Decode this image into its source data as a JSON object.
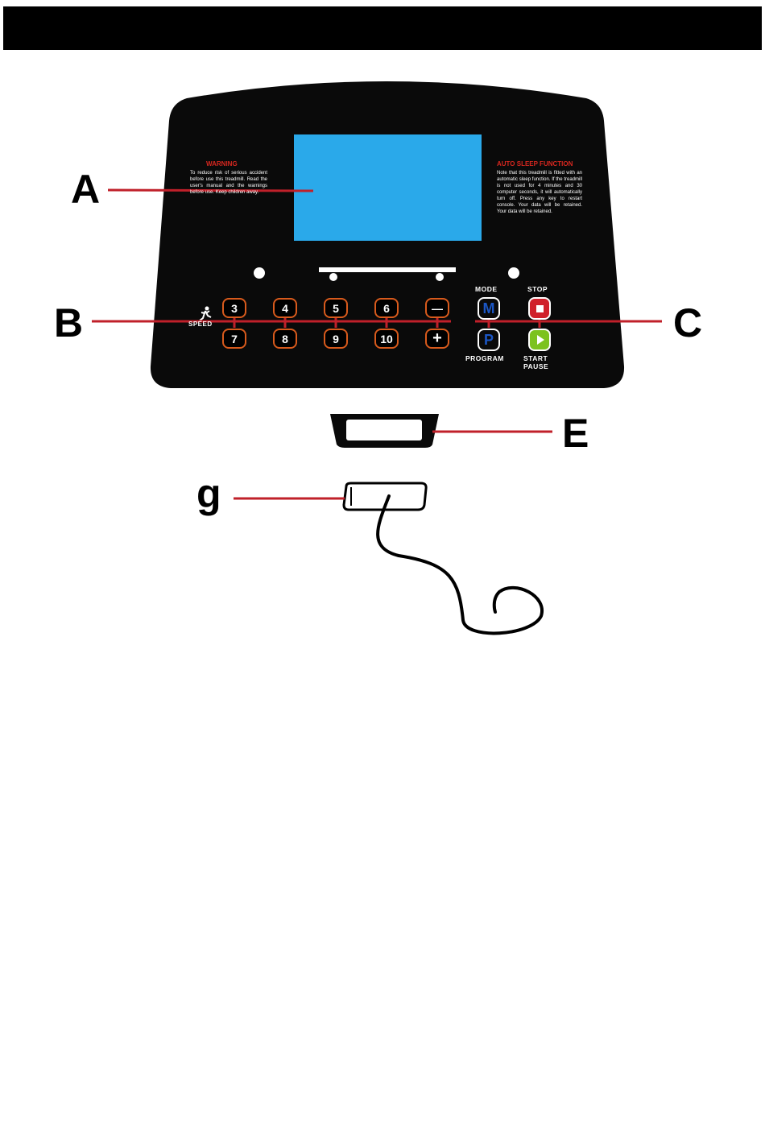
{
  "callouts": {
    "a": "A",
    "b": "B",
    "c": "C",
    "e": "E",
    "g": "g"
  },
  "console": {
    "warning": {
      "title": "WARNING",
      "body": "To reduce risk of serious accident before use this treadmill. Read the user's manual and the warnings before use. Keep children away."
    },
    "auto_sleep": {
      "title": "AUTO SLEEP FUNCTION",
      "body": "Note that this treadmill is fitted with an automatic sleep function. If the treadmill is not used for 4 minutes and 30 computer seconds, it will automatically turn off. Press any key to restart console. Your data will be retained. Your data will be retained."
    },
    "speed_label": "SPEED",
    "speed_keys_top": [
      "3",
      "4",
      "5",
      "6"
    ],
    "speed_keys_bottom": [
      "7",
      "8",
      "9",
      "10"
    ],
    "minus_key": "—",
    "plus_key": "+",
    "mode_label": "MODE",
    "mode_key": "M",
    "program_label": "PROGRAM",
    "program_key": "P",
    "stop_label": "STOP",
    "start_label": "START",
    "pause_label": "PAUSE"
  },
  "colors": {
    "console": "#0a0a0a",
    "display": "#2aa9ea",
    "leader_line": "#c0202a",
    "key_border": "#d85a1c",
    "stop": "#d0202a",
    "start": "#7cc21e",
    "mode_program": "#1b56c4"
  }
}
